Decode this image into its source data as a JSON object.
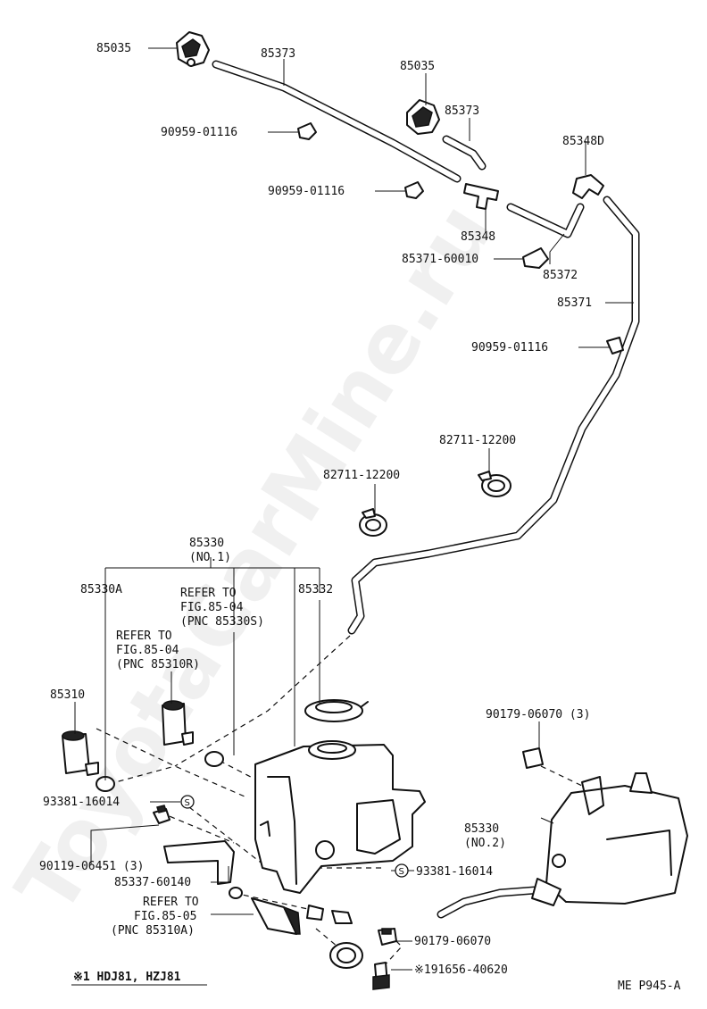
{
  "watermark": "ToyotaCarMine.ru",
  "labels": {
    "p85035_a": "85035",
    "p85373_a": "85373",
    "p85035_b": "85035",
    "p85373_b": "85373",
    "p90959_a": "90959-01116",
    "p90959_b": "90959-01116",
    "p85348": "85348",
    "p85348d": "85348D",
    "p85371_60010": "85371-60010",
    "p85372": "85372",
    "p85371": "85371",
    "p90959_c": "90959-01116",
    "p82711_a": "82711-12200",
    "p82711_b": "82711-12200",
    "p85330_no1": "85330",
    "p85330_no1_sub": "(NO.1)",
    "p85330a": "85330A",
    "refer_8530s_l1": "REFER TO",
    "refer_8530s_l2": "FIG.85-04",
    "refer_8530s_l3": "(PNC 85330S)",
    "p85332": "85332",
    "refer_8510r_l1": "REFER TO",
    "refer_8510r_l2": "FIG.85-04",
    "refer_8510r_l3": "(PNC 85310R)",
    "p85310": "85310",
    "p90179_a": "90179-06070 (3)",
    "p93381_a": "93381-16014",
    "p90119": "90119-06451 (3)",
    "p85330_no2": "85330",
    "p85330_no2_sub": "(NO.2)",
    "p93381_b": "93381-16014",
    "p85337": "85337-60140",
    "refer_8510a_l1": "REFER TO",
    "refer_8510a_l2": "FIG.85-05",
    "refer_8510a_l3": "(PNC 85310A)",
    "p90179_b": "90179-06070",
    "p91656": "※191656-40620",
    "footnote": "※1 HDJ81, HZJ81",
    "figure_code": "ME P945-A",
    "s_mark": "S"
  }
}
